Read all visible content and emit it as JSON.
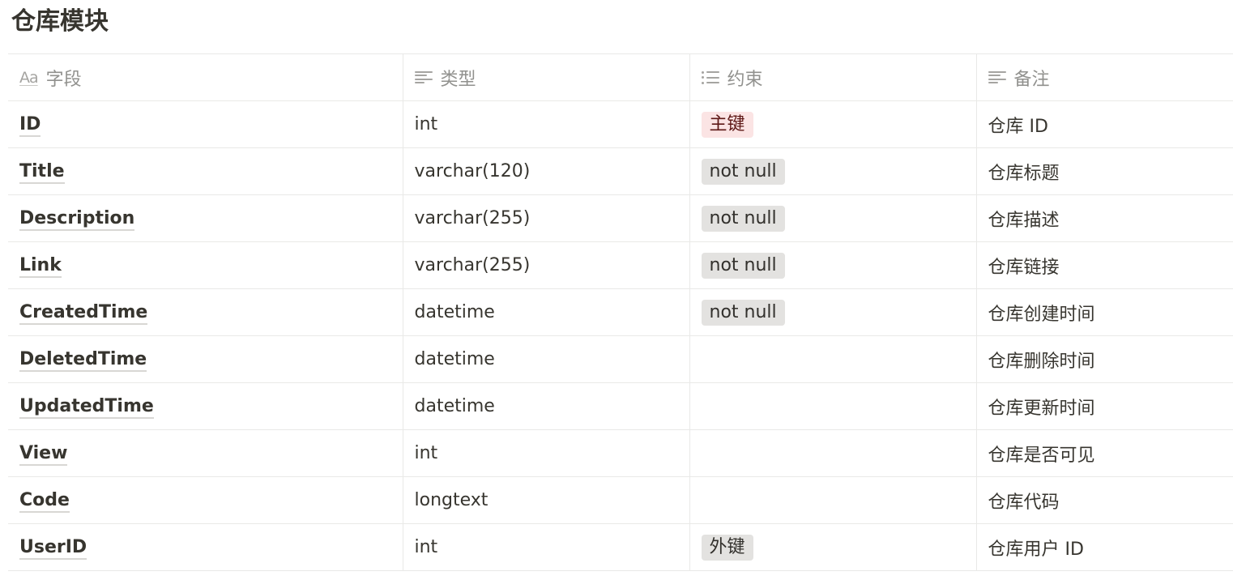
{
  "page": {
    "title": "仓库模块"
  },
  "table": {
    "columns": [
      {
        "label": "字段",
        "icon": "title-aa-icon"
      },
      {
        "label": "类型",
        "icon": "text-lines-icon"
      },
      {
        "label": "约束",
        "icon": "list-icon"
      },
      {
        "label": "备注",
        "icon": "text-lines-icon"
      }
    ],
    "title_icon_glyph": "Aa",
    "rows": [
      {
        "field": "ID",
        "type": "int",
        "constraint": "主键",
        "constraint_color": "red",
        "note": "仓库 ID"
      },
      {
        "field": "Title",
        "type": "varchar(120)",
        "constraint": "not null",
        "constraint_color": "gray",
        "note": "仓库标题"
      },
      {
        "field": "Description",
        "type": "varchar(255)",
        "constraint": "not null",
        "constraint_color": "gray",
        "note": "仓库描述"
      },
      {
        "field": "Link",
        "type": "varchar(255)",
        "constraint": "not null",
        "constraint_color": "gray",
        "note": "仓库链接"
      },
      {
        "field": "CreatedTime",
        "type": "datetime",
        "constraint": "not null",
        "constraint_color": "gray",
        "note": "仓库创建时间"
      },
      {
        "field": "DeletedTime",
        "type": "datetime",
        "constraint": "",
        "constraint_color": "",
        "note": "仓库删除时间"
      },
      {
        "field": "UpdatedTime",
        "type": "datetime",
        "constraint": "",
        "constraint_color": "",
        "note": "仓库更新时间"
      },
      {
        "field": "View",
        "type": "int",
        "constraint": "",
        "constraint_color": "",
        "note": "仓库是否可见"
      },
      {
        "field": "Code",
        "type": "longtext",
        "constraint": "",
        "constraint_color": "",
        "note": "仓库代码"
      },
      {
        "field": "UserID",
        "type": "int",
        "constraint": "外键",
        "constraint_color": "gray",
        "note": "仓库用户 ID"
      }
    ]
  },
  "colors": {
    "tag_red_bg": "#fbe4e4",
    "tag_gray_bg": "#e3e2e0",
    "text": "#37352f",
    "header_text": "#91918e",
    "border": "#e9e9e7"
  }
}
